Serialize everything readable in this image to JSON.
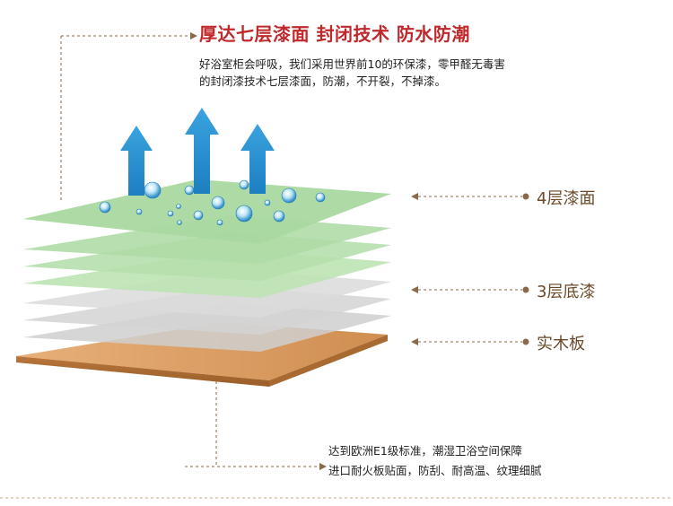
{
  "header": {
    "title": "厚达七层漆面  封闭技术  防水防潮",
    "description_lines": [
      "好浴室柜会呼吸，我们采用世界前10的环保漆，零甲醛无毒害",
      "的封闭漆技术七层漆面，防潮，不开裂，不掉漆。"
    ]
  },
  "labels": {
    "top_coat": "4层漆面",
    "base_coat": "3层底漆",
    "board": "实木板"
  },
  "footer": {
    "lines": [
      "达到欧洲E1级标准，潮湿卫浴空间保障",
      "进口耐火板贴面，防刮、耐高温、纹理细腻"
    ]
  },
  "colors": {
    "title_red": "#c0292b",
    "label_brown": "#6a4a2a",
    "arrow_blue": "#2b95d6",
    "green_layer": "#a9d8a0",
    "gray_layer": "#c9c9c9",
    "wood": "#d8a36a",
    "dashed_line": "#8a6a4a"
  }
}
